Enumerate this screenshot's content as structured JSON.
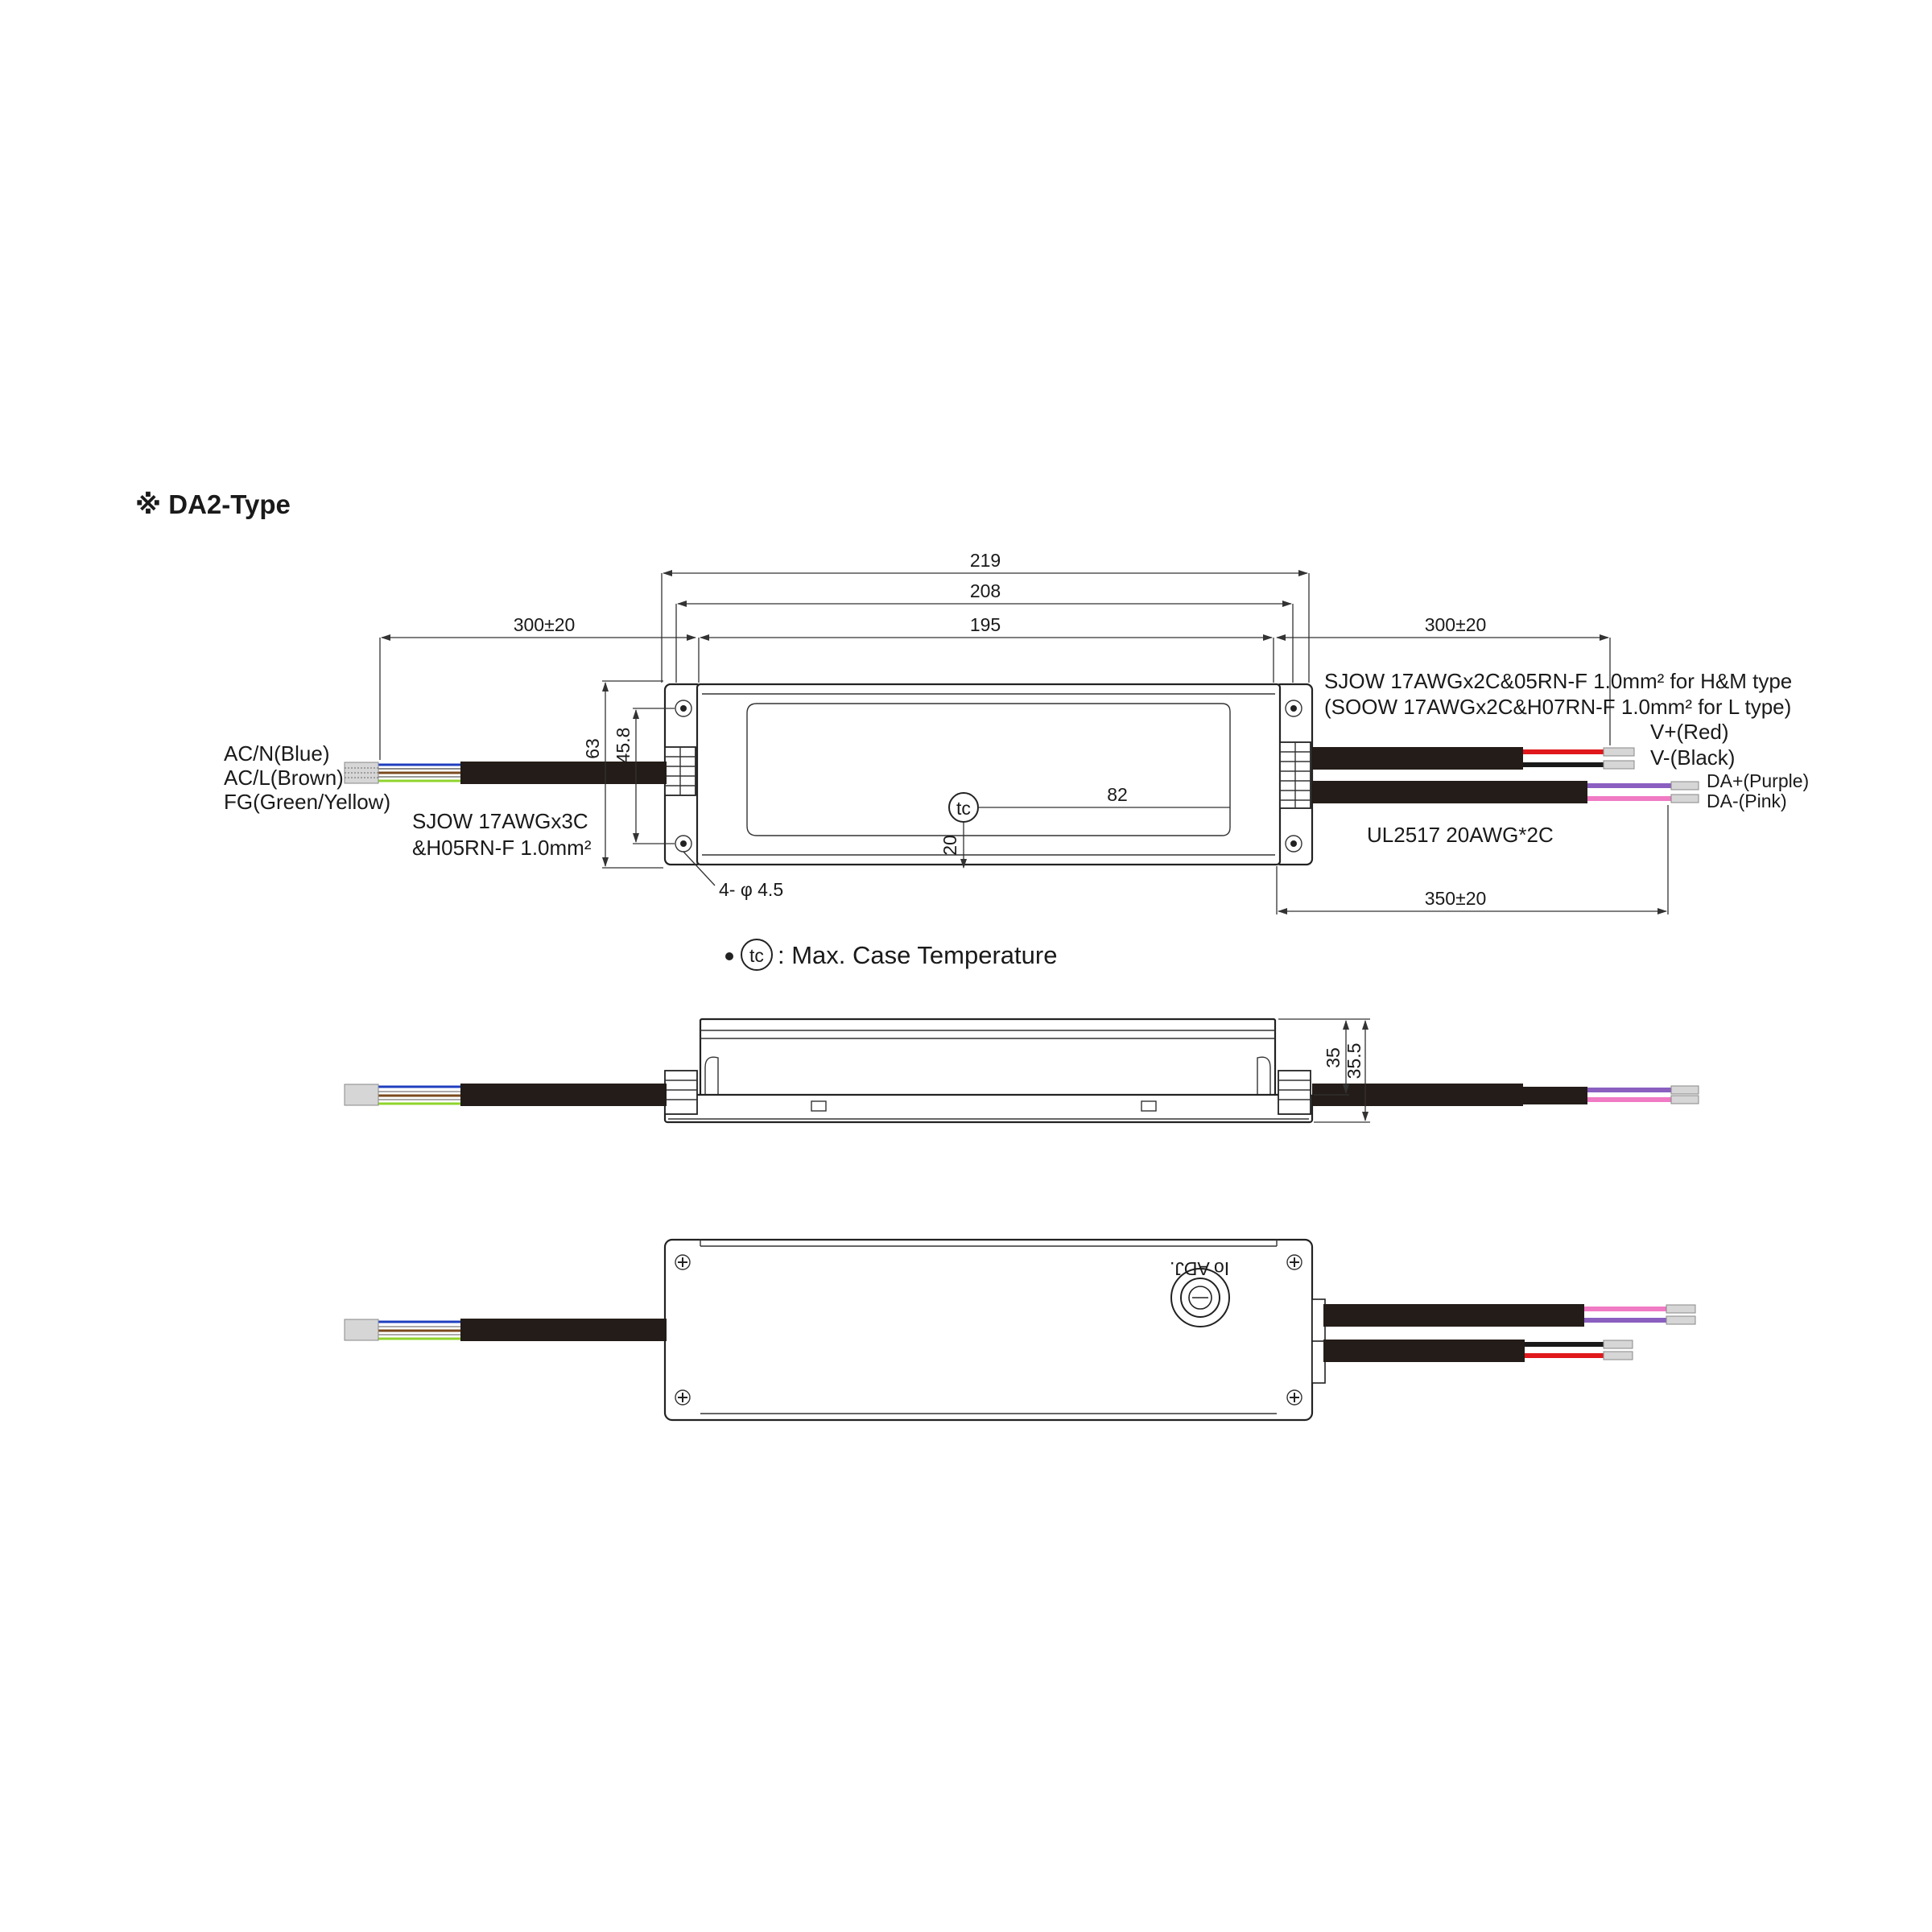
{
  "title": "※ DA2-Type",
  "dimensions": {
    "overall_length": "219",
    "mount_length": "208",
    "case_length": "195",
    "input_cable_length": "300±20",
    "output_cable_length": "300±20",
    "dimming_cable_length": "350±20",
    "height": "63",
    "mount_spacing": "45.8",
    "tc_x": "82",
    "tc_y": "20",
    "mount_holes": "4- φ 4.5",
    "thickness_body": "35",
    "thickness_total": "35.5"
  },
  "input_wires": {
    "labels": [
      "AC/N(Blue)",
      "AC/L(Brown)",
      "FG(Green/Yellow)"
    ],
    "cable_spec": [
      "SJOW 17AWGx3C",
      "&H05RN-F 1.0mm²"
    ],
    "colors": [
      "#1f3fbf",
      "#7a4a1e",
      "#8fd42c"
    ]
  },
  "output_wires": {
    "cable_spec": [
      "SJOW 17AWGx2C&05RN-F 1.0mm² for H&M type",
      "(SOOW 17AWGx2C&H07RN-F 1.0mm²  for L type)"
    ],
    "labels": [
      "V+(Red)",
      "V-(Black)"
    ],
    "colors": [
      "#e0181c",
      "#1a1a1a"
    ]
  },
  "dimming_wires": {
    "labels": [
      "DA+(Purple)",
      "DA-(Pink)"
    ],
    "cable_spec": "UL2517 20AWG*2C",
    "colors": [
      "#8a5fc0",
      "#f07ac4"
    ]
  },
  "legend": {
    "symbol": "tc",
    "text": ": Max. Case Temperature"
  },
  "adjust_label": "Io ADJ."
}
